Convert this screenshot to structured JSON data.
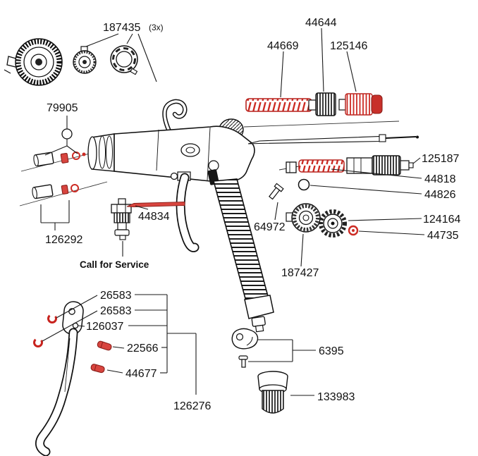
{
  "diagram": {
    "title": "Spray gun exploded parts diagram",
    "colors": {
      "line": "#1a1a1a",
      "highlight_red": "#cc2b24"
    },
    "labels": {
      "p187435": "187435",
      "p187435_qty": "(3x)",
      "p79905": "79905",
      "p44644": "44644",
      "p44669": "44669",
      "p125146": "125146",
      "p125187": "125187",
      "p44818": "44818",
      "p44826": "44826",
      "p44834": "44834",
      "p64972": "64972",
      "p126292": "126292",
      "call_for_service": "Call for Service",
      "p124164": "124164",
      "p44735": "44735",
      "p187427": "187427",
      "p26583a": "26583",
      "p26583b": "26583",
      "p126037": "126037",
      "p22566": "22566",
      "p44677": "44677",
      "p126276": "126276",
      "p6395": "6395",
      "p133983": "133983"
    }
  }
}
